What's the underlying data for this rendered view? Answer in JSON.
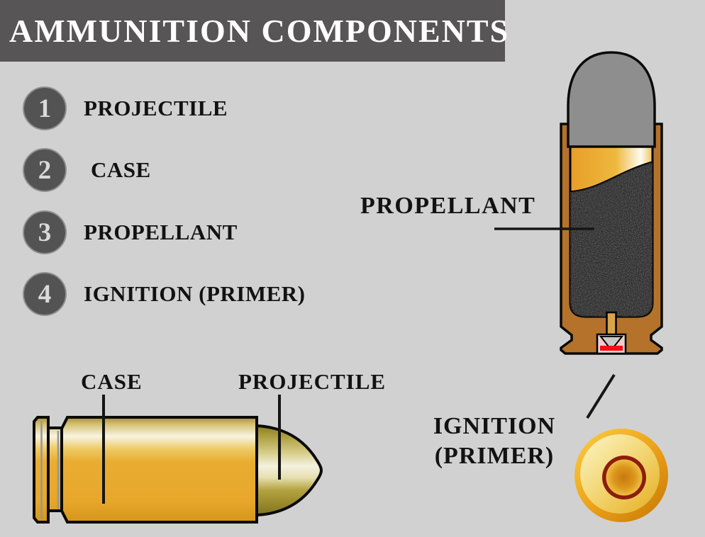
{
  "title": "AMMUNITION COMPONENTS",
  "legend": {
    "items": [
      {
        "number": "1",
        "label": "PROJECTILE"
      },
      {
        "number": "2",
        "label": "CASE"
      },
      {
        "number": "3",
        "label": "PROPELLANT"
      },
      {
        "number": "4",
        "label": "IGNITION (PRIMER)"
      }
    ]
  },
  "diagram_labels": {
    "propellant": "PROPELLANT",
    "case": "CASE",
    "projectile": "PROJECTILE",
    "ignition_line1": "IGNITION",
    "ignition_line2": "(PRIMER)"
  },
  "colors": {
    "background": "#d2d1d1",
    "title_bar": "#575556",
    "title_text": "#ffffff",
    "label_text": "#121212",
    "badge_fill": "#535353",
    "badge_text": "#dadada",
    "case_brown": "#b4722a",
    "brass_gold": "#e9a82c",
    "bullet_gray": "#8e8e8e",
    "bullet_nose_olive": "#a89a38",
    "propellant_black": "#161616",
    "flash_hole_tan": "#d7a44a",
    "primer_pocket_gray": "#d9d9d9",
    "primer_pink": "#f7c6ca",
    "primer_red": "#fa0a12",
    "primer_ring_maroon": "#8c1e0d",
    "pointer_line": "#151515"
  }
}
